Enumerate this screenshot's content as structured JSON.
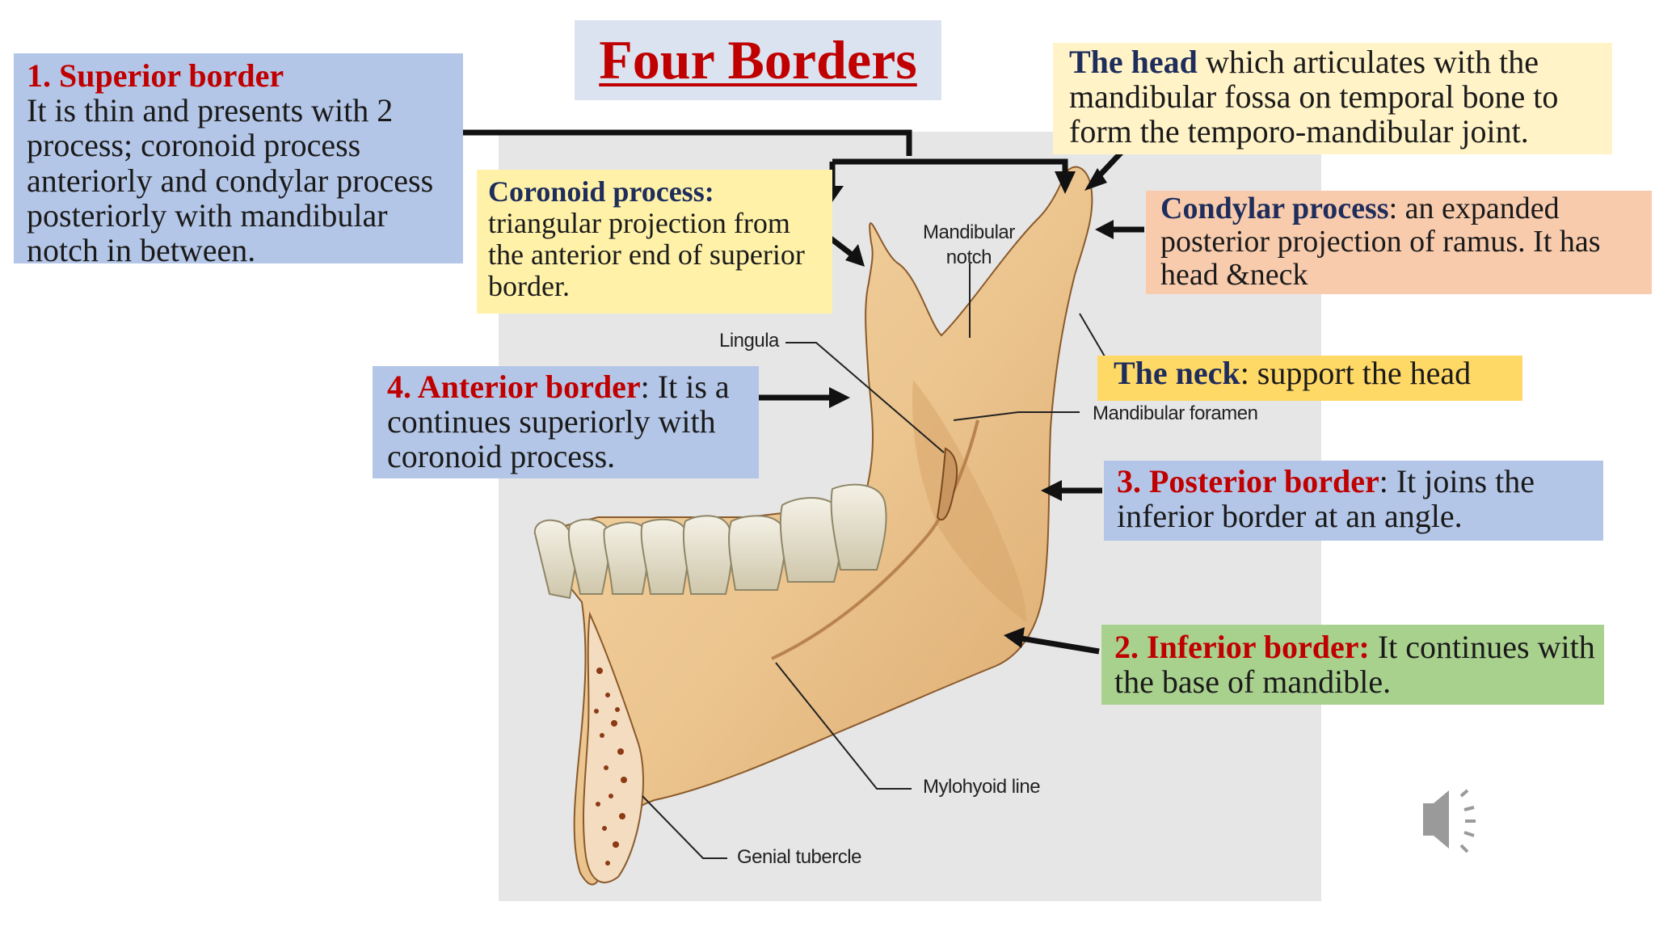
{
  "title": "Four Borders",
  "superior": {
    "heading": "1. Superior border",
    "text": "It is thin and presents with 2 process; coronoid process anteriorly and condylar process posteriorly with mandibular notch in between."
  },
  "coronoid": {
    "heading": "Coronoid process:",
    "text": "triangular projection from the anterior end of superior border."
  },
  "head": {
    "heading": "The head",
    "text": " which articulates with the mandibular fossa on temporal bone to form the temporo-mandibular joint."
  },
  "condylar": {
    "heading": "Condylar process",
    "text": ": an expanded posterior projection of ramus. It has head &neck"
  },
  "neck": {
    "heading": "The neck",
    "text": ":  support the head"
  },
  "anterior": {
    "heading": "4. Anterior border",
    "text": ": It is a continues superiorly with coronoid process."
  },
  "posterior": {
    "heading": "3. Posterior border",
    "text": ": It joins the inferior border at an angle."
  },
  "inferior": {
    "heading": "2. Inferior border:",
    "text": " It continues with the base of mandible."
  },
  "diagram_labels": {
    "mandibular_notch_line1": "Mandibular",
    "mandibular_notch_line2": "notch",
    "lingula": "Lingula",
    "mandibular_foramen": "Mandibular foramen",
    "mylohyoid_line": "Mylohyoid line",
    "genial_tubercle": "Genial tubercle"
  },
  "icons": {
    "speaker": "speaker-icon"
  },
  "colors": {
    "heading_red": "#c00000",
    "heading_navy": "#1f2d5c",
    "blue_box": "#b4c6e7",
    "yellow_box": "#fff2a8",
    "orange_box": "#f8cbad",
    "green_box": "#a9d18e",
    "bone": "#edc48f"
  }
}
